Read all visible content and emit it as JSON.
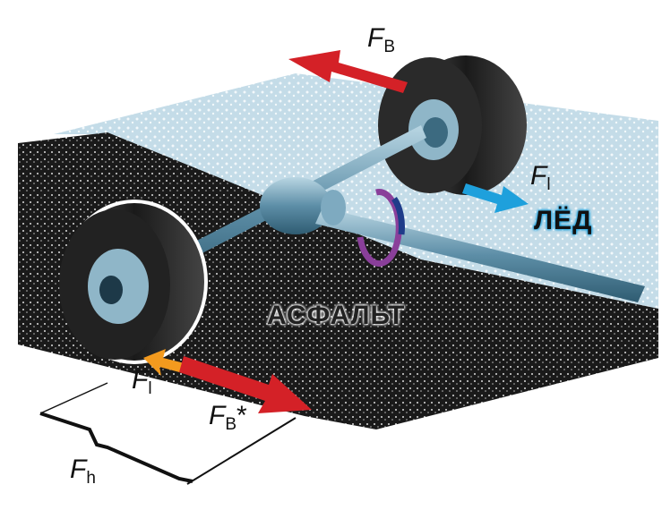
{
  "labels": {
    "force_brake_top": {
      "symbol": "F",
      "sub": "B"
    },
    "force_lateral_ice": {
      "symbol": "F",
      "sub": "l"
    },
    "force_lateral_asphalt": {
      "symbol": "F",
      "sub": "l"
    },
    "force_brake_asphalt": {
      "symbol": "F",
      "sub": "B",
      "suffix": "*"
    },
    "force_h": {
      "symbol": "F",
      "sub": "h"
    }
  },
  "surfaces": {
    "ice": "ЛЁД",
    "asphalt": "АСФАЛЬТ"
  },
  "colors": {
    "ice": "#c9e0ea",
    "asphalt": "#1a1a1a",
    "brake_arrow": "#d42127",
    "lateral_arrow_asphalt": "#f39a1e",
    "lateral_arrow_ice": "#1ea0dc",
    "axle": "#6a9cb5",
    "rotation_arrow": "#8a3f9a",
    "ice_text_outline": "#1ea0dc"
  }
}
